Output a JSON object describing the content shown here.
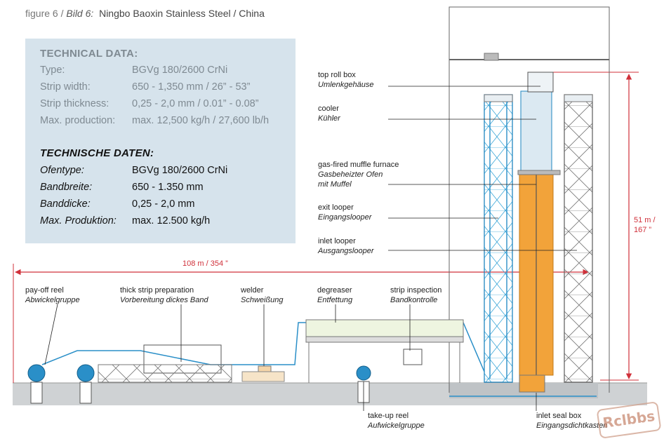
{
  "figure": {
    "number": "figure 6",
    "sep": "/",
    "bild": "Bild 6:",
    "caption": "Ningbo Baoxin Stainless Steel / China"
  },
  "tech_en": {
    "heading": "TECHNICAL DATA:",
    "rows": [
      {
        "label": "Type:",
        "value": "BGVg 180/2600 CrNi"
      },
      {
        "label": "Strip width:",
        "value": "650 - 1,350 mm / 26” - 53”"
      },
      {
        "label": "Strip thickness:",
        "value": "0,25 - 2,0 mm / 0.01” - 0.08”"
      },
      {
        "label": "Max. production:",
        "value": "max. 12,500 kg/h / 27,600 lb/h"
      }
    ]
  },
  "tech_de": {
    "heading": "TECHNISCHE DATEN:",
    "rows": [
      {
        "label": "Ofentype:",
        "value": "BGVg 180/2600 CrNi"
      },
      {
        "label": "Bandbreite:",
        "value": "650 - 1.350 mm"
      },
      {
        "label": "Banddicke:",
        "value": "0,25 - 2,0 mm"
      },
      {
        "label": "Max. Produktion:",
        "value": "max. 12.500 kg/h"
      }
    ]
  },
  "callouts": {
    "top_roll_box": {
      "en": "top roll box",
      "de": "Umlenkgehäuse"
    },
    "cooler": {
      "en": "cooler",
      "de": "Kühler"
    },
    "furnace": {
      "en": "gas-fired muffle furnace",
      "de1": "Gasbeheizter Ofen",
      "de2": "mit Muffel"
    },
    "exit_looper": {
      "en": "exit looper",
      "de": "Eingangslooper"
    },
    "inlet_looper": {
      "en": "inlet looper",
      "de": "Ausgangslooper"
    },
    "payoff": {
      "en": "pay-off reel",
      "de": "Abwickelgruppe"
    },
    "thick_strip": {
      "en": "thick strip preparation",
      "de": "Vorbereitung dickes Band"
    },
    "welder": {
      "en": "welder",
      "de": "Schweißung"
    },
    "degreaser": {
      "en": "degreaser",
      "de": "Entfettung"
    },
    "inspection": {
      "en": "strip inspection",
      "de": "Bandkontrolle"
    },
    "takeup": {
      "en": "take-up reel",
      "de": "Aufwickelgruppe"
    },
    "inlet_seal": {
      "en": "inlet seal box",
      "de": "Eingangsdichtkasten"
    }
  },
  "dimensions": {
    "length": "108 m / 354 ”",
    "height_line1": "51 m /",
    "height_line2": "167 ”"
  },
  "watermark": "Rclbbs",
  "colors": {
    "box_bg": "#d6e3ec",
    "dim_red": "#d0303a",
    "blue": "#2a8fc8",
    "orange": "#f2a33a",
    "floor": "#cfd2d4"
  }
}
